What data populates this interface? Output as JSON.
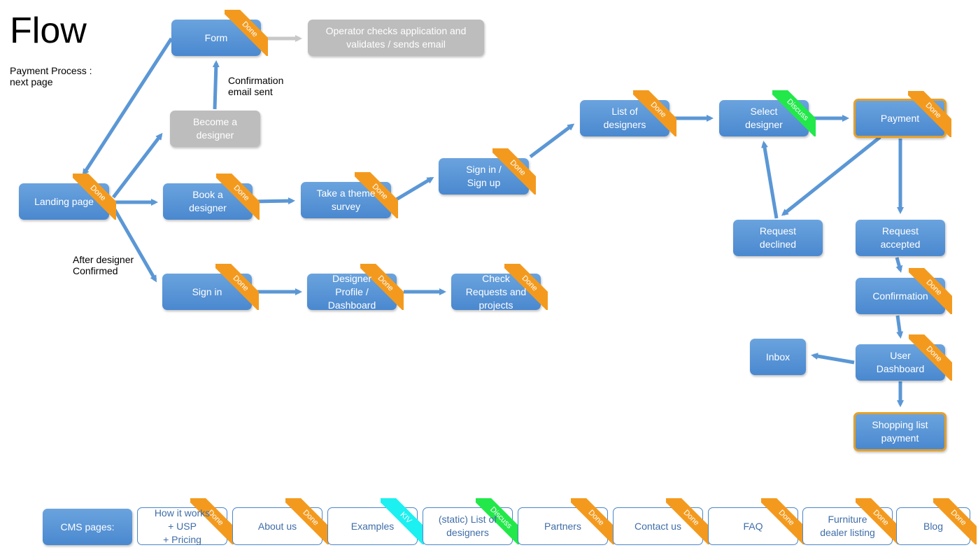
{
  "title": "Flow",
  "notes": {
    "payment_process": "Payment Process :\nnext page",
    "confirmation_email": "Confirmation\nemail sent",
    "after_designer": "After designer\nConfirmed"
  },
  "colors": {
    "node_blue": "#4a88cf",
    "edge_blue": "#5b97d5",
    "done": "#f39a1e",
    "discuss": "#22e84a",
    "kiv": "#1df0f0",
    "grey": "#bdbdbd",
    "highlight": "#e5a02a"
  },
  "nodes": {
    "form": {
      "label": "Form",
      "tag": "Done"
    },
    "operator": {
      "label": "Operator checks application and\nvalidates / sends email"
    },
    "become_designer": {
      "label": "Become a\ndesigner"
    },
    "landing": {
      "label": "Landing page",
      "tag": "Done"
    },
    "book": {
      "label": "Book a\ndesigner",
      "tag": "Done"
    },
    "survey": {
      "label": "Take a theme\nsurvey",
      "tag": "Done"
    },
    "signup": {
      "label": "Sign in /\nSign up",
      "tag": "Done"
    },
    "list": {
      "label": "List of\ndesigners",
      "tag": "Done"
    },
    "select": {
      "label": "Select\ndesigner",
      "tag": "Discuss"
    },
    "payment": {
      "label": "Payment",
      "tag": "Done"
    },
    "declined": {
      "label": "Request\ndeclined"
    },
    "accepted": {
      "label": "Request\naccepted"
    },
    "confirmation": {
      "label": "Confirmation",
      "tag": "Done"
    },
    "inbox": {
      "label": "Inbox"
    },
    "user_dashboard": {
      "label": "User\nDashboard",
      "tag": "Done"
    },
    "shopping": {
      "label": "Shopping list\npayment"
    },
    "signin": {
      "label": "Sign in",
      "tag": "Done"
    },
    "profile": {
      "label": "Designer\nProfile /\nDashboard",
      "tag": "Done"
    },
    "check": {
      "label": "Check\nRequests and\nprojects",
      "tag": "Done"
    }
  },
  "cms": {
    "label": "CMS pages:",
    "pages": [
      {
        "label": "How it works\n+ USP\n+ Pricing",
        "tag": "Done"
      },
      {
        "label": "About us",
        "tag": "Done"
      },
      {
        "label": "Examples",
        "tag": "KIV"
      },
      {
        "label": "(static) List of\ndesigners",
        "tag": "Discuss"
      },
      {
        "label": "Partners",
        "tag": "Done"
      },
      {
        "label": "Contact us",
        "tag": "Done"
      },
      {
        "label": "FAQ",
        "tag": "Done"
      },
      {
        "label": "Furniture\ndealer listing",
        "tag": "Done"
      },
      {
        "label": "Blog",
        "tag": "Done"
      }
    ]
  }
}
